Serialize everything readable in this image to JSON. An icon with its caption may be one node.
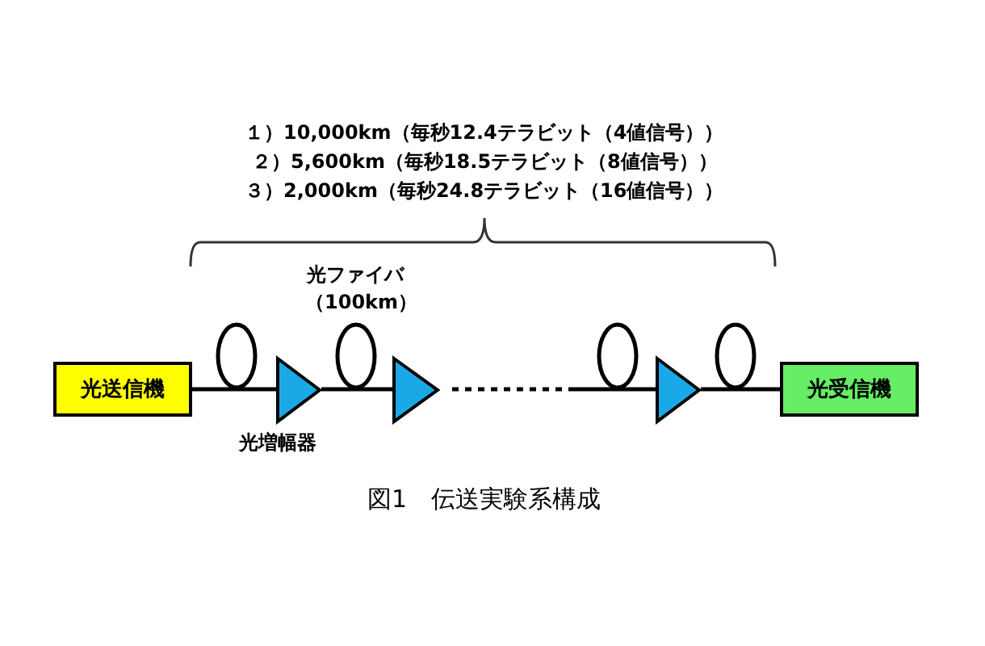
{
  "diagram": {
    "caption": "図1　伝送実験系構成",
    "nodes": [
      {
        "text": [
          "光送信機"
        ]
      },
      {
        "text": [],
        "shape": "triangle"
      },
      {
        "text": [],
        "shape": "triangle"
      },
      {
        "text": [],
        "shape": "triangle"
      },
      {
        "text": [
          "光受信機"
        ]
      }
    ],
    "edges": [
      {
        "from": 0,
        "to": 1,
        "arrow": "none"
      },
      {
        "from": 1,
        "to": 2,
        "arrow": "none"
      },
      {
        "from": 2,
        "to": 3,
        "arrow": "none",
        "style": "dashed"
      },
      {
        "from": 3,
        "to": 4,
        "arrow": "none"
      }
    ],
    "labels": [
      "１）10,000km（毎秒12.4テラビット（4値信号））",
      "２）5,600km（毎秒18.5テラビット（8値信号））",
      "３）2,000km（毎秒24.8テラビット（16値信号））",
      "光ファイバ（100km）",
      "光増幅器"
    ]
  }
}
